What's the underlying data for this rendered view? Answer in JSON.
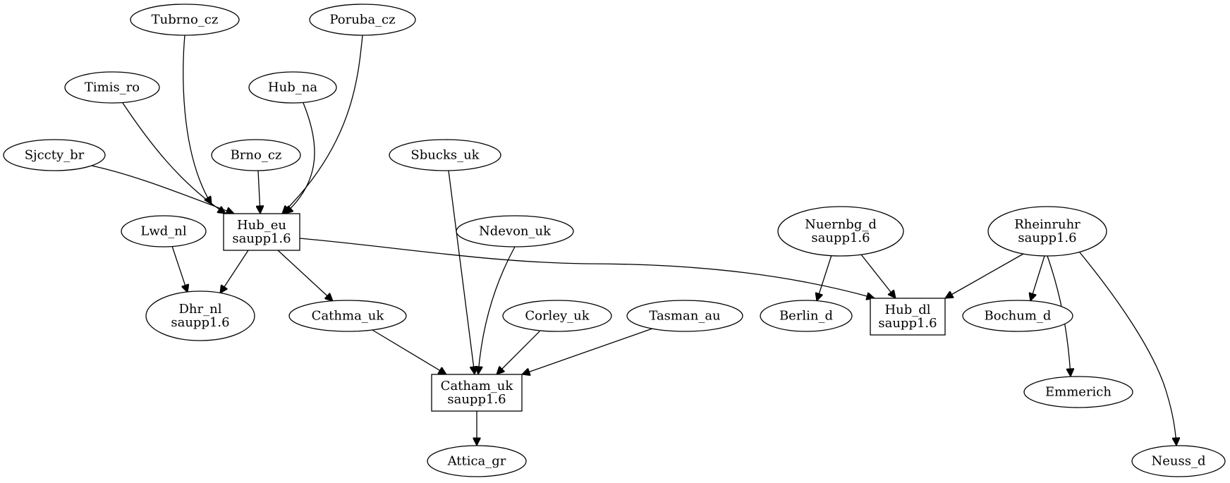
{
  "graph": {
    "nodes": {
      "tubrno_cz": {
        "lines": [
          "Tubrno_cz"
        ]
      },
      "poruba_cz": {
        "lines": [
          "Poruba_cz"
        ]
      },
      "timis_ro": {
        "lines": [
          "Timis_ro"
        ]
      },
      "hub_na": {
        "lines": [
          "Hub_na"
        ]
      },
      "sjccty_br": {
        "lines": [
          "Sjccty_br"
        ]
      },
      "brno_cz": {
        "lines": [
          "Brno_cz"
        ]
      },
      "sbucks_uk": {
        "lines": [
          "Sbucks_uk"
        ]
      },
      "hub_eu": {
        "lines": [
          "Hub_eu",
          "saupp1.6"
        ]
      },
      "lwd_nl": {
        "lines": [
          "Lwd_nl"
        ]
      },
      "ndevon_uk": {
        "lines": [
          "Ndevon_uk"
        ]
      },
      "nuernbg_d": {
        "lines": [
          "Nuernbg_d",
          "saupp1.6"
        ]
      },
      "rheinruhr": {
        "lines": [
          "Rheinruhr",
          "saupp1.6"
        ]
      },
      "dhr_nl": {
        "lines": [
          "Dhr_nl",
          "saupp1.6"
        ]
      },
      "cathma_uk": {
        "lines": [
          "Cathma_uk"
        ]
      },
      "corley_uk": {
        "lines": [
          "Corley_uk"
        ]
      },
      "tasman_au": {
        "lines": [
          "Tasman_au"
        ]
      },
      "berlin_d": {
        "lines": [
          "Berlin_d"
        ]
      },
      "hub_dl": {
        "lines": [
          "Hub_dl",
          "saupp1.6"
        ]
      },
      "bochum_d": {
        "lines": [
          "Bochum_d"
        ]
      },
      "catham_uk": {
        "lines": [
          "Catham_uk",
          "saupp1.6"
        ]
      },
      "emmerich": {
        "lines": [
          "Emmerich"
        ]
      },
      "attica_gr": {
        "lines": [
          "Attica_gr"
        ]
      },
      "neuss_d": {
        "lines": [
          "Neuss_d"
        ]
      }
    },
    "edges": [
      [
        "tubrno_cz",
        "hub_eu"
      ],
      [
        "poruba_cz",
        "hub_eu"
      ],
      [
        "timis_ro",
        "hub_eu"
      ],
      [
        "hub_na",
        "hub_eu"
      ],
      [
        "sjccty_br",
        "hub_eu"
      ],
      [
        "brno_cz",
        "hub_eu"
      ],
      [
        "lwd_nl",
        "dhr_nl"
      ],
      [
        "hub_eu",
        "dhr_nl"
      ],
      [
        "hub_eu",
        "cathma_uk"
      ],
      [
        "hub_eu",
        "hub_dl"
      ],
      [
        "sbucks_uk",
        "catham_uk"
      ],
      [
        "ndevon_uk",
        "catham_uk"
      ],
      [
        "cathma_uk",
        "catham_uk"
      ],
      [
        "corley_uk",
        "catham_uk"
      ],
      [
        "tasman_au",
        "catham_uk"
      ],
      [
        "catham_uk",
        "attica_gr"
      ],
      [
        "nuernbg_d",
        "berlin_d"
      ],
      [
        "nuernbg_d",
        "hub_dl"
      ],
      [
        "rheinruhr",
        "hub_dl"
      ],
      [
        "rheinruhr",
        "bochum_d"
      ],
      [
        "rheinruhr",
        "emmerich"
      ],
      [
        "rheinruhr",
        "neuss_d"
      ]
    ]
  }
}
